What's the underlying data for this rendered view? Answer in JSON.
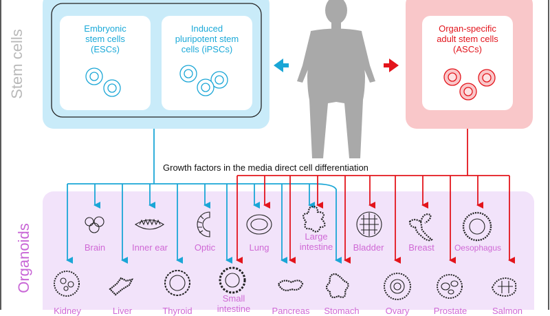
{
  "side_labels": {
    "stem_cells": "Stem cells",
    "organoids": "Organoids"
  },
  "esc": "Embryonic stem cells (ESCs)",
  "esc_lines": [
    "Embryonic",
    "stem cells",
    "(ESCs)"
  ],
  "ipsc_lines": [
    "Induced",
    "pluripotent stem",
    "cells (iPSCs)"
  ],
  "asc_lines": [
    "Organ-specific",
    "adult stem cells",
    "(ASCs)"
  ],
  "growth_caption": "Growth factors in the media direct cell differentiation",
  "organoids_row1": {
    "brain": "Brain",
    "inner_ear": "Inner ear",
    "optic": "Optic",
    "lung": "Lung",
    "large_intestine": [
      "Large",
      "intestine"
    ],
    "bladder": "Bladder",
    "breast": "Breast",
    "oesophagus": "Oesophagus"
  },
  "organoids_row2": {
    "kidney": "Kidney",
    "liver": "Liver",
    "thyroid": "Thyroid",
    "small_intestine": [
      "Small",
      "intestine"
    ],
    "pancreas": "Pancreas",
    "stomach": "Stomach",
    "ovary": "Ovary",
    "prostate": "Prostate",
    "salmon": "Salmon"
  },
  "colors": {
    "blue_line": "#1aa6d6",
    "blue_fill": "#c9ebf9",
    "red_line": "#e3141b",
    "red_fill": "#f9c7c9",
    "organoid_bg": "#f2e3fa",
    "body_gray": "#a9a9a9"
  }
}
